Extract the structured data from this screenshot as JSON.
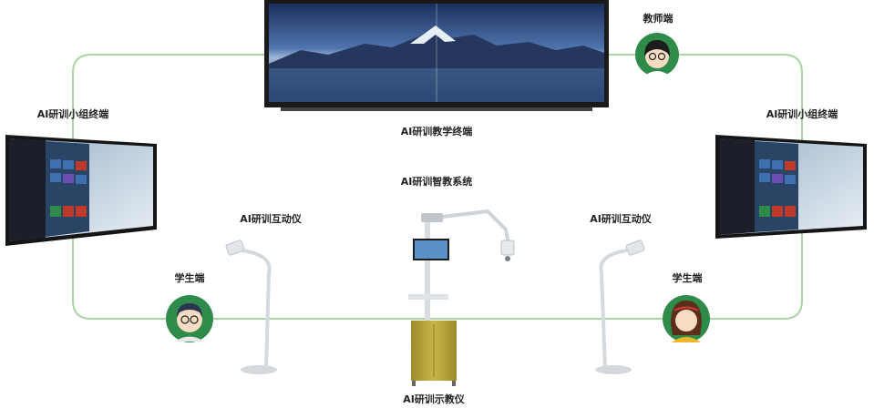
{
  "labels": {
    "teaching_terminal": "AI研训教学终端",
    "teacher": "教师端",
    "group_left": "AI研训小组终端",
    "group_right": "AI研训小组终端",
    "smart_system": "AI研训智教系统",
    "interactive_left": "AI研训互动仪",
    "interactive_right": "AI研训互动仪",
    "student_left": "学生端",
    "student_right": "学生端",
    "demo_device": "AI研训示教仪"
  },
  "colors": {
    "connector": "#a8d6a0",
    "avatar_bg": "#2e8b4a",
    "cabinet": "#b5a33a"
  },
  "icons": {
    "teacher_avatar": "teacher-girl-glasses-icon",
    "student_left_avatar": "student-boy-glasses-icon",
    "student_right_avatar": "student-girl-icon"
  }
}
